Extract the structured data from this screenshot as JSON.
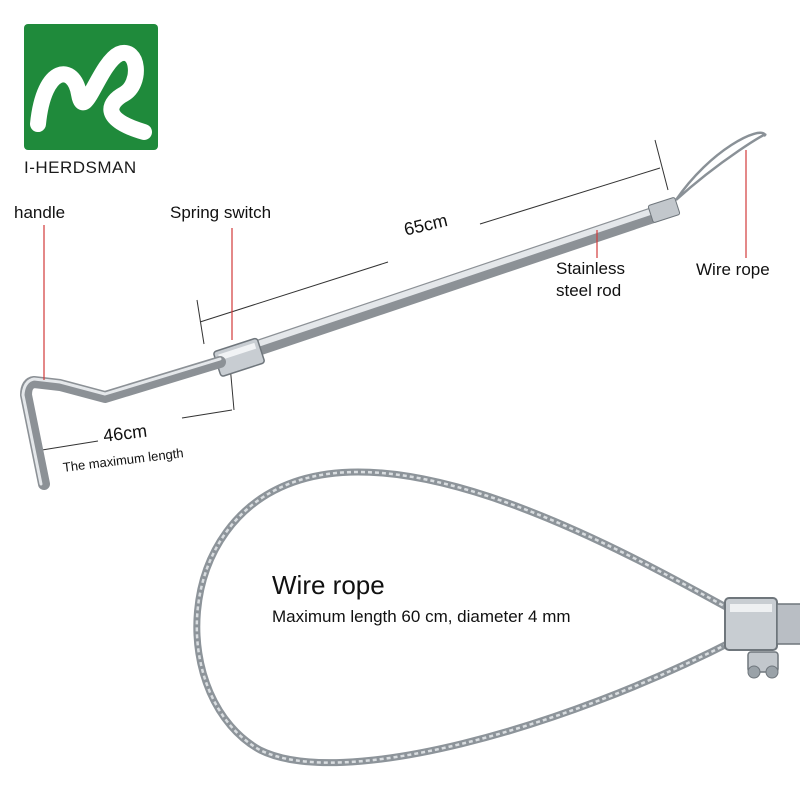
{
  "brand": {
    "name": "I-HERDSMAN",
    "logo_color": "#1f8a3b"
  },
  "labels": {
    "handle": "handle",
    "spring_switch": "Spring switch",
    "length_65": "65cm",
    "rod_line1": "Stainless",
    "rod_line2": "steel rod",
    "wire_rope": "Wire rope",
    "length_46": "46cm",
    "length_46_sub": "The maximum length"
  },
  "detail": {
    "title": "Wire rope",
    "subtitle": "Maximum length 60 cm, diameter 4 mm"
  },
  "colors": {
    "pointer_line": "#d23a3a",
    "metal": "#b9bec4",
    "wire": "#9aa2a8"
  }
}
